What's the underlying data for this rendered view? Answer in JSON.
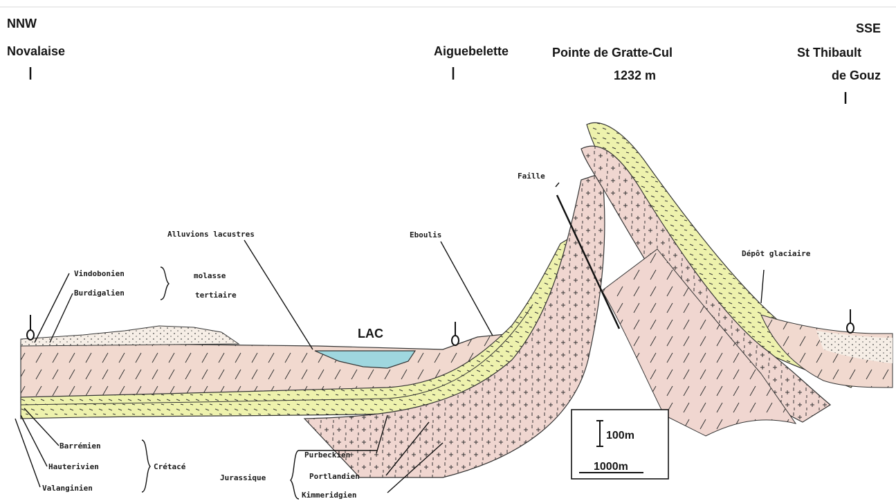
{
  "orientation": {
    "left": "NNW",
    "right": "SSE"
  },
  "places": {
    "novalaise": "Novalaise",
    "aiguebelette": "Aiguebelette",
    "pointe_line1": "Pointe de Gratte-Cul",
    "pointe_line2": "1232 m",
    "thibault_line1": "St Thibault",
    "thibault_line2": "de Gouz"
  },
  "labels": {
    "faille": "Faille",
    "alluvions": "Alluvions lacustres",
    "eboulis": "Eboulis",
    "depot": "Dépôt glaciaire",
    "vindobonien": "Vindobonien",
    "burdigalien": "Burdigalien",
    "molasse_line1": "molasse",
    "molasse_line2": "tertiaire",
    "lac": "LAC",
    "barremien": "Barrémien",
    "hauterivien": "Hauterivien",
    "valanginien": "Valanginien",
    "cretace": "Crétacé",
    "jurassique": "Jurassique",
    "purbeckien": "Purbeckien",
    "portlandien": "Portlandien",
    "kimmeridgien": "Kimmeridgien"
  },
  "scale": {
    "vertical": "100m",
    "horizontal": "1000m"
  },
  "colors": {
    "pink": "#f1d9cf",
    "yellow": "#eef2ad",
    "lake": "#9fd7df",
    "ink": "#1a1a1a"
  }
}
